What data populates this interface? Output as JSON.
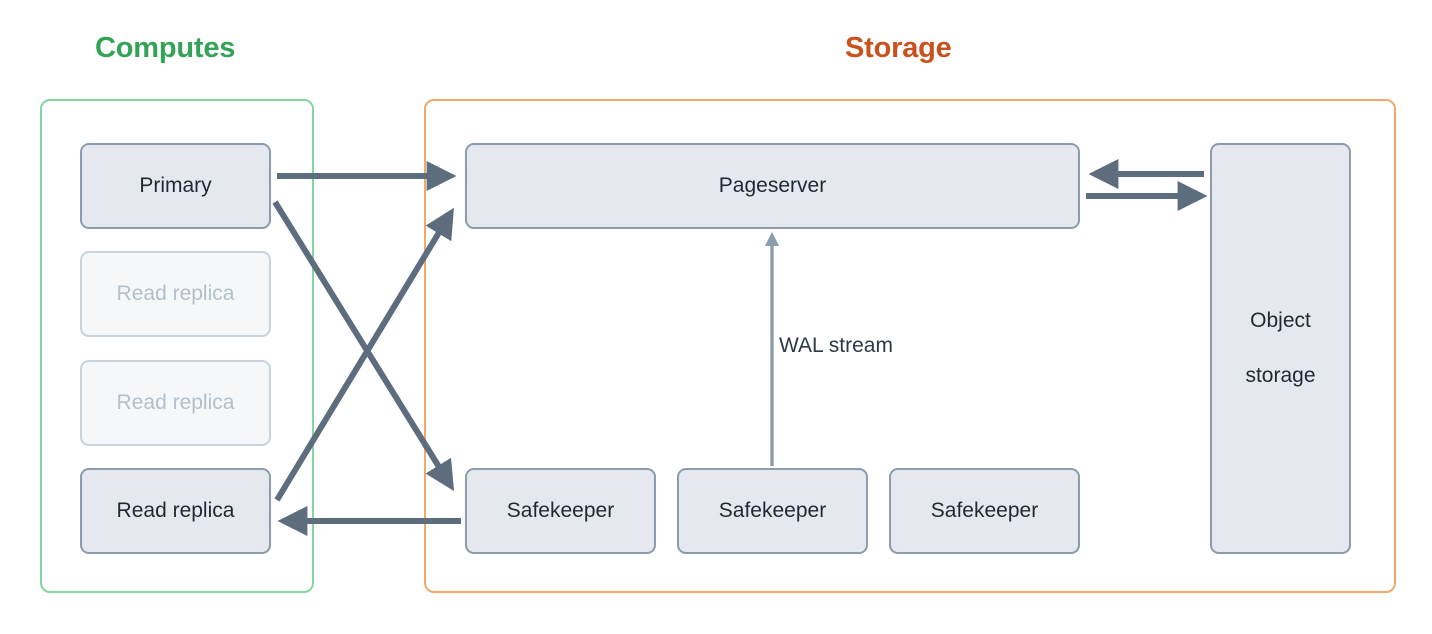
{
  "diagram": {
    "title_computes": "Computes",
    "title_storage": "Storage",
    "colors": {
      "computes_accent": "#34a357",
      "storage_accent": "#c9511e",
      "computes_border": "#86d6a0",
      "storage_border": "#f0ab6a",
      "node_fill": "#e5e9ef",
      "node_border": "#8b9cad",
      "node_text": "#1f2933",
      "node_faded_fill": "#f5f7f9",
      "node_faded_border": "#c9d3dd",
      "node_faded_text": "#b3c0cc",
      "connector": "#5d6d7e",
      "wal_connector": "#8b9cad",
      "background": "#ffffff"
    },
    "computes": {
      "nodes": [
        {
          "id": "primary",
          "label": "Primary",
          "state": "active"
        },
        {
          "id": "replica-1",
          "label": "Read replica",
          "state": "faded"
        },
        {
          "id": "replica-2",
          "label": "Read replica",
          "state": "faded"
        },
        {
          "id": "replica-3",
          "label": "Read replica",
          "state": "active"
        }
      ]
    },
    "storage": {
      "pageserver": {
        "id": "pageserver",
        "label": "Pageserver",
        "state": "active"
      },
      "safekeepers": [
        {
          "id": "safekeeper-1",
          "label": "Safekeeper",
          "state": "active"
        },
        {
          "id": "safekeeper-2",
          "label": "Safekeeper",
          "state": "active"
        },
        {
          "id": "safekeeper-3",
          "label": "Safekeeper",
          "state": "active"
        }
      ],
      "object_storage": {
        "id": "object-storage",
        "label": "Object\nstorage",
        "state": "active"
      }
    },
    "edges": [
      {
        "id": "primary-to-pageserver",
        "from": "primary",
        "to": "pageserver",
        "label": ""
      },
      {
        "id": "primary-to-safekeeper",
        "from": "primary",
        "to": "safekeeper-1",
        "label": ""
      },
      {
        "id": "replica-to-pageserver",
        "from": "replica-3",
        "to": "pageserver",
        "label": ""
      },
      {
        "id": "safekeeper-to-replica",
        "from": "safekeeper-1",
        "to": "replica-3",
        "label": ""
      },
      {
        "id": "safekeeper-to-pageserver",
        "from": "safekeeper-2",
        "to": "pageserver",
        "label": "WAL stream"
      },
      {
        "id": "objectstorage-to-pageserver",
        "from": "object-storage",
        "to": "pageserver",
        "label": ""
      },
      {
        "id": "pageserver-to-objectstorage",
        "from": "pageserver",
        "to": "object-storage",
        "label": ""
      }
    ]
  }
}
